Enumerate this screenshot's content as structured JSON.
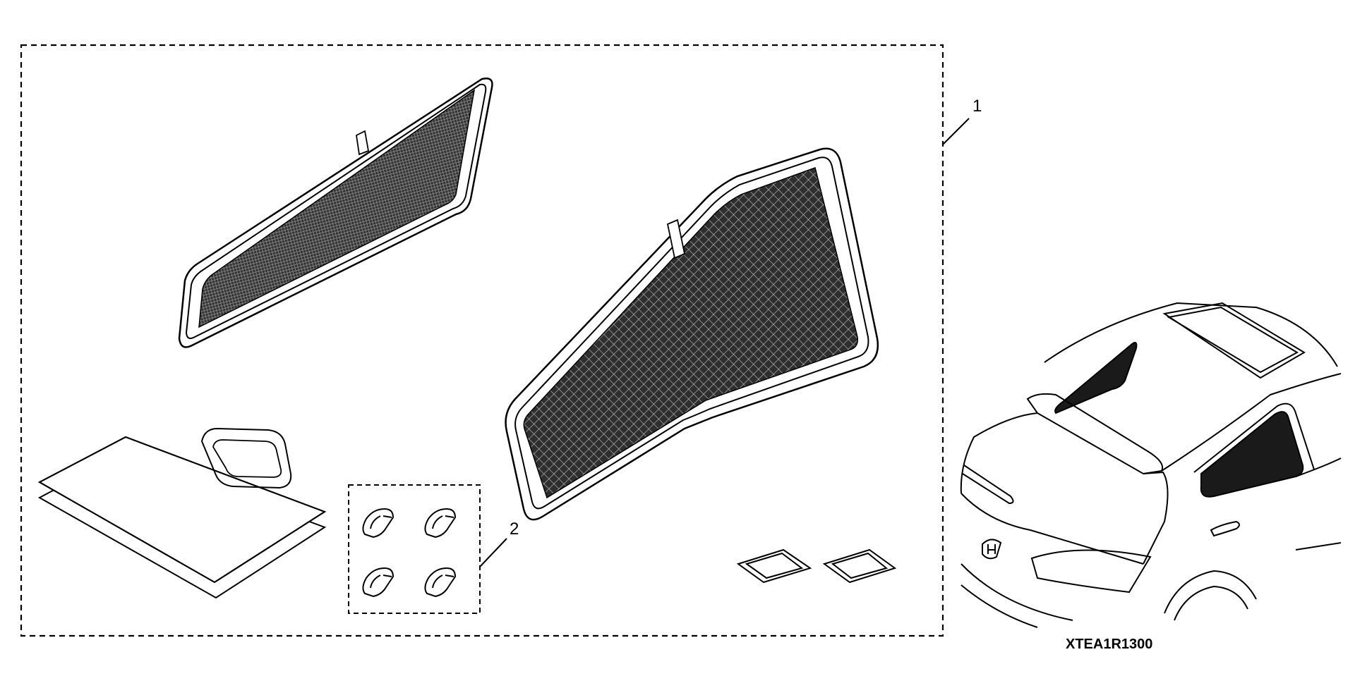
{
  "figure": {
    "callouts": {
      "kit": "1",
      "clips": "2"
    },
    "figure_code": "XTEA1R1300"
  },
  "colors": {
    "ink": "#000000",
    "paper": "#ffffff",
    "mesh_dark": "#2a2a2a",
    "glass_tint": "#1a1a1a"
  },
  "icons": {
    "shade_small": "rear-quarter-sunshade-icon",
    "shade_large": "rear-door-sunshade-icon",
    "bag": "storage-bag-icon",
    "instructions": "instruction-sheet-icon",
    "clips": "mounting-clip-icon",
    "pads": "adhesive-pad-icon",
    "vehicle": "vehicle-rear-view-icon"
  }
}
